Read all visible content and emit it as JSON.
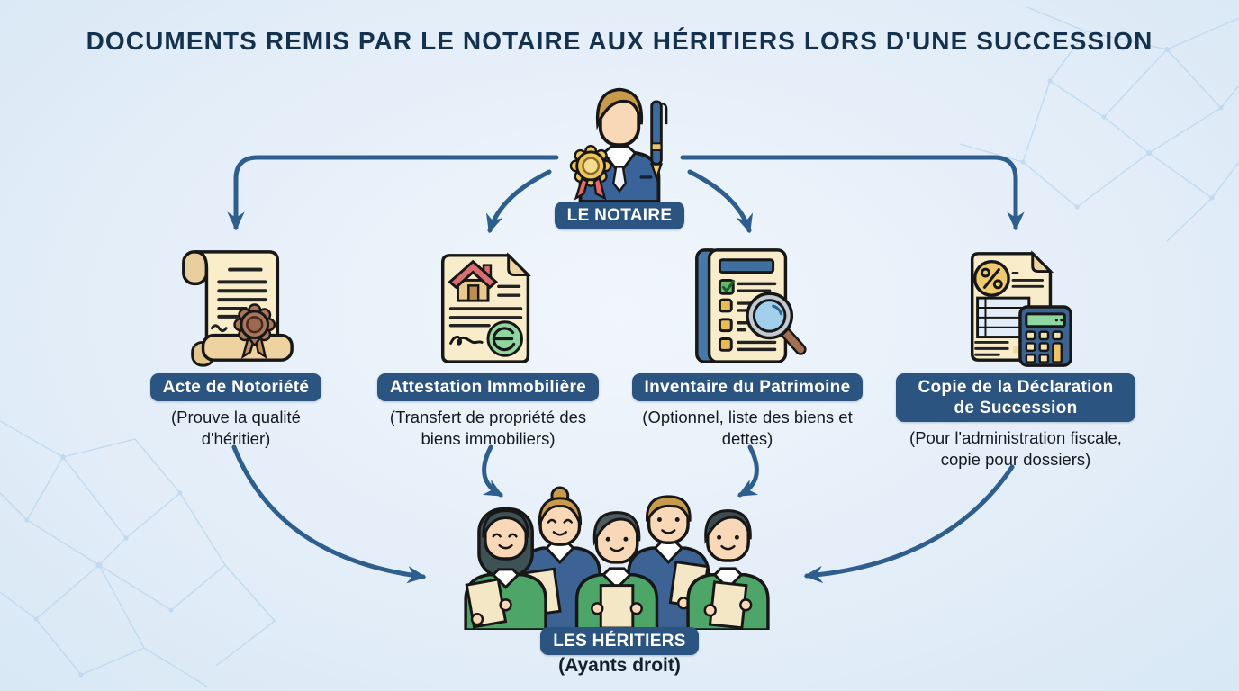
{
  "title": "DOCUMENTS REMIS PAR LE NOTAIRE AUX HÉRITIERS LORS D'UNE SUCCESSION",
  "notary": {
    "label": "LE NOTAIRE",
    "icon": "notary-person-icon"
  },
  "documents": [
    {
      "label": "Acte de Notoriété",
      "description": "(Prouve la qualité d'héritier)",
      "icon": "notoriety-act-scroll-icon"
    },
    {
      "label": "Attestation Immobilière",
      "description": "(Transfert de propriété des biens immobiliers)",
      "icon": "property-attestation-document-icon"
    },
    {
      "label": "Inventaire du Patrimoine",
      "description": "(Optionnel, liste des biens et dettes)",
      "icon": "inventory-checklist-magnifier-icon"
    },
    {
      "label": "Copie de la Déclaration de Succession",
      "description": "(Pour l'administration fiscale, copie pour dossiers)",
      "icon": "tax-declaration-calculator-icon"
    }
  ],
  "heirs": {
    "label": "LES HÉRITIERS",
    "sublabel": "(Ayants droit)",
    "icon": "heirs-group-icon"
  },
  "colors": {
    "title_navy": "#14314d",
    "pill_navy": "#2b5480",
    "arrow_blue": "#2d5e8e",
    "paper_cream": "#f8ecca",
    "background_blue": "#e6eff9",
    "sweater_green": "#4da567",
    "sweater_blue": "#3c6394"
  }
}
